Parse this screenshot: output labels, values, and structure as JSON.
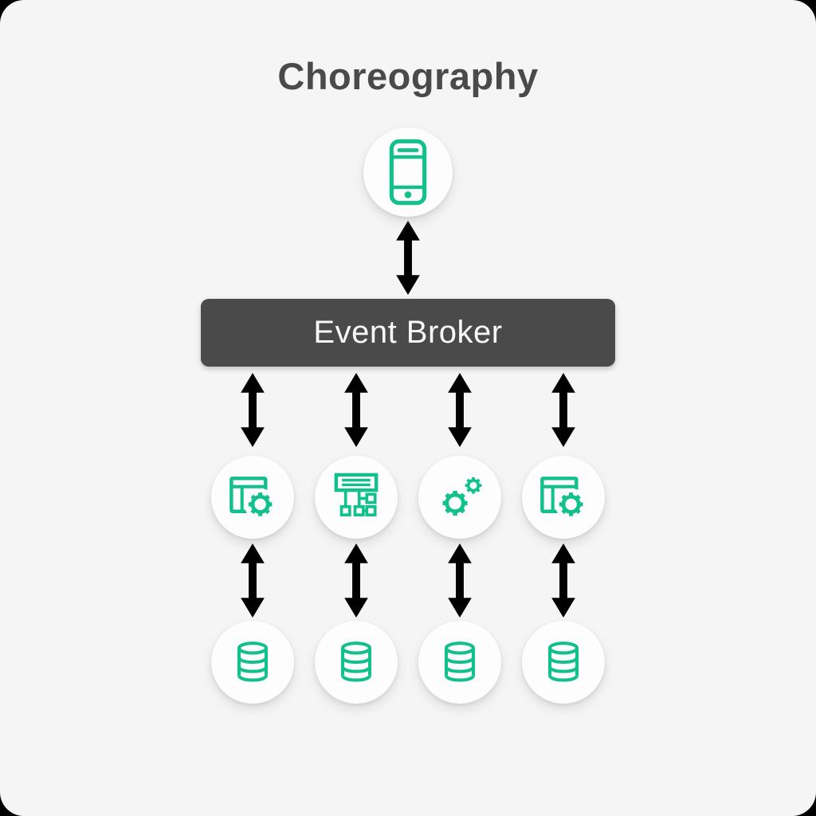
{
  "diagram": {
    "title": "Choreography",
    "broker": {
      "label": "Event Broker"
    },
    "client": {
      "icon": "smartphone-icon",
      "icon_ref": "#sym-smartphone"
    },
    "services": [
      {
        "icon": "app-window-gear-icon",
        "icon_ref": "#sym-window-gear"
      },
      {
        "icon": "sitemap-icon",
        "icon_ref": "#sym-sitemap"
      },
      {
        "icon": "gears-icon",
        "icon_ref": "#sym-gears"
      },
      {
        "icon": "app-window-gear-icon",
        "icon_ref": "#sym-window-gear"
      }
    ],
    "databases": [
      {
        "icon": "database-icon",
        "icon_ref": "#sym-database"
      },
      {
        "icon": "database-icon",
        "icon_ref": "#sym-database"
      },
      {
        "icon": "database-icon",
        "icon_ref": "#sym-database"
      },
      {
        "icon": "database-icon",
        "icon_ref": "#sym-database"
      }
    ],
    "connections": {
      "arrow_style": "double-headed-vertical",
      "client_to_broker": 1,
      "broker_to_services": 4,
      "services_to_databases": 4
    },
    "colors": {
      "accent_green": "#12c08e",
      "dark_gray": "#4a4a4a",
      "canvas_background": "#f5f5f5",
      "node_fill": "#fdfdfd",
      "broker_text": "#f8f8f8"
    }
  }
}
